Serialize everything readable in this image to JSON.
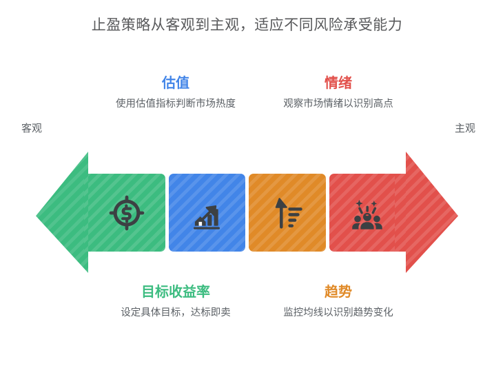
{
  "title": "止盈策略从客观到主观，适应不同风险承受能力",
  "axis": {
    "left_label": "客观",
    "right_label": "主观"
  },
  "colors": {
    "green": "#3cbc80",
    "blue": "#4285e8",
    "orange": "#e08a28",
    "red": "#e2504b",
    "text": "#5c6166",
    "title": "#58595b"
  },
  "stages": [
    {
      "id": "target-return",
      "color": "#3cbc80",
      "icon": "target-dollar-icon",
      "headline": "目标收益率",
      "blurb": "设定具体目标，达标即卖",
      "position": "bottom"
    },
    {
      "id": "valuation",
      "color": "#4285e8",
      "icon": "bar-chart-growth-icon",
      "headline": "估值",
      "blurb": "使用估值指标判断市场热度",
      "position": "top"
    },
    {
      "id": "trend",
      "color": "#e08a28",
      "icon": "up-arrow-bars-icon",
      "headline": "趋势",
      "blurb": "监控均线以识别趋势变化",
      "position": "bottom"
    },
    {
      "id": "sentiment",
      "color": "#e2504b",
      "icon": "crowd-sparkle-icon",
      "headline": "情绪",
      "blurb": "观察市场情绪以识别高点",
      "position": "top"
    }
  ],
  "callouts": {
    "top": [
      {
        "headline": "估值",
        "blurb": "使用估值指标判断市场热度",
        "color": "#4285e8"
      },
      {
        "headline": "情绪",
        "blurb": "观察市场情绪以识别高点",
        "color": "#e2504b"
      }
    ],
    "bottom": [
      {
        "headline": "目标收益率",
        "blurb": "设定具体目标，达标即卖",
        "color": "#3cbc80"
      },
      {
        "headline": "趋势",
        "blurb": "监控均线以识别趋势变化",
        "color": "#e08a28"
      }
    ]
  }
}
